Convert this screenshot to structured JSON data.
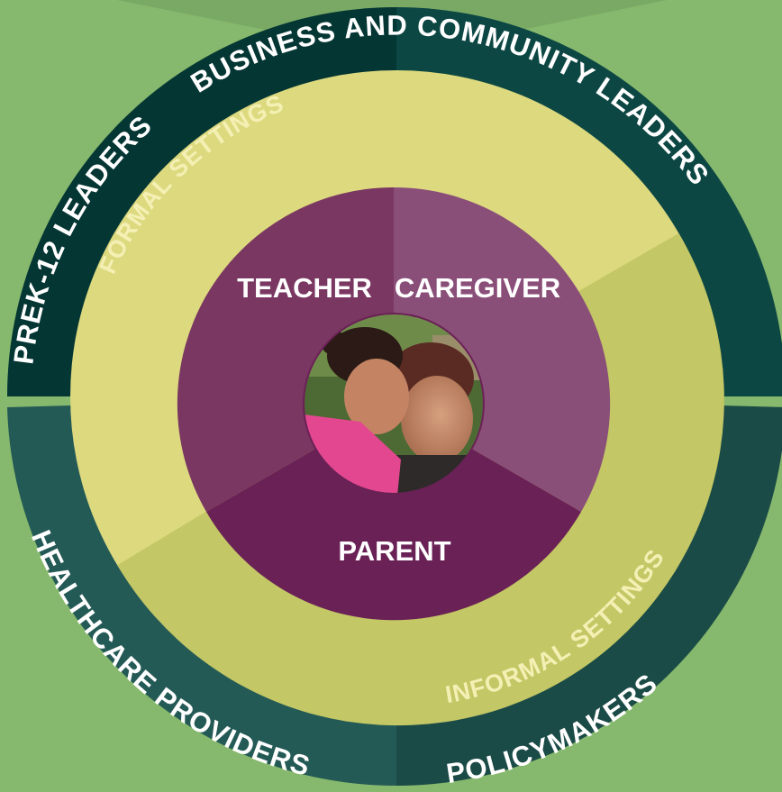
{
  "outer_ring": {
    "top_left": "PREK-12 LEADERS",
    "top_right": "BUSINESS AND COMMUNITY LEADERS",
    "bottom_left": "HEALTHCARE PROVIDERS",
    "bottom_right": "POLICYMAKERS"
  },
  "middle_ring": {
    "formal": "FORMAL SETTINGS",
    "informal": "INFORMAL SETTINGS"
  },
  "inner_circle": {
    "teacher": "TEACHER",
    "caregiver": "CAREGIVER",
    "parent": "PARENT"
  },
  "photo": {
    "subject": "girl-and-woman-photo"
  },
  "colors": {
    "background": "#86b86d",
    "top_band": "#79a964",
    "outer_top_left": "#043634",
    "outer_top_right": "#0d4743",
    "outer_bottom_left": "#245a56",
    "outer_bottom_right": "#1b4b47",
    "formal": "#dcd97f",
    "informal": "#c3c765",
    "teacher": "#7a3761",
    "caregiver": "#8a4f78",
    "parent": "#6a2156",
    "text_light": "#ffffff",
    "text_yellow": "#f4f0b4"
  }
}
